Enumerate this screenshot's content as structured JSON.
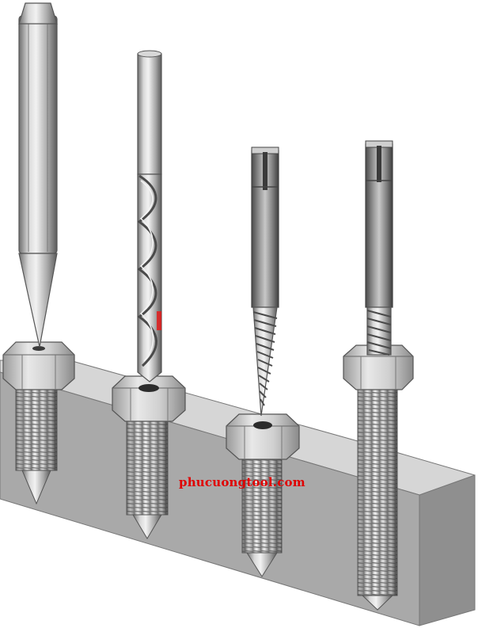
{
  "figure": {
    "watermark": "phucuongtool.com",
    "steps": [
      {
        "tool": "center-punch"
      },
      {
        "tool": "twist-drill"
      },
      {
        "tool": "screw-extractor-inserting"
      },
      {
        "tool": "screw-extractor-removing"
      }
    ],
    "colors": {
      "steel_light": "#e6e6e6",
      "steel_mid": "#b8b8b8",
      "steel_dark": "#6e6e6e",
      "block_front": "#a9a9a9",
      "block_top": "#d6d6d6",
      "block_side": "#8f8f8f",
      "watermark": "#e00000"
    }
  }
}
